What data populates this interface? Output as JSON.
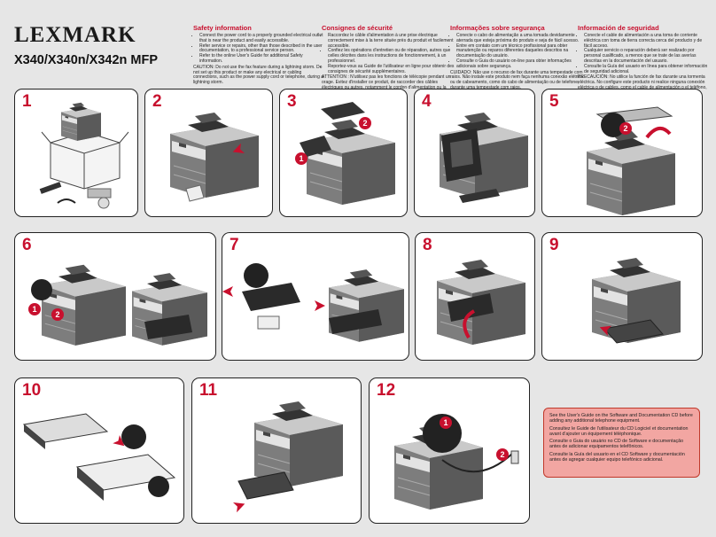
{
  "brand": {
    "logo": "LEXMARK",
    "model": "X340/X340n/X342n MFP"
  },
  "safety": [
    {
      "title": "Safety information",
      "bullets": [
        "Connect the power cord to a properly grounded electrical outlet that is near the product and easily accessible.",
        "Refer service or repairs, other than those described in the user documentation, to a professional service person.",
        "Refer to the online User's Guide for additional Safety information."
      ],
      "caution": "CAUTION: Do not use the fax feature during a lightning storm. Do not set up this product or make any electrical or cabling connections, such as the power supply cord or telephone, during a lightning storm."
    },
    {
      "title": "Consignes de sécurité",
      "bullets": [
        "Raccordez le câble d'alimentation à une prise électrique correctement mise à la terre située près du produit et facilement accessible.",
        "Confiez les opérations d'entretien ou de réparation, autres que celles décrites dans les instructions de fonctionnement, à un professionnel.",
        "Reportez-vous au Guide de l'utilisateur en ligne pour obtenir des consignes de sécurité supplémentaires."
      ],
      "caution": "ATTENTION : N'utilisez pas les fonctions de télécopie pendant un orage. Evitez d'installer ce produit, de raccorder des câbles électriques ou autres, notamment le cordon d'alimentation ou la ligne téléphonique, pendant un orage."
    },
    {
      "title": "Informações sobre segurança",
      "bullets": [
        "Conecte o cabo de alimentação a uma tomada devidamente aterrada que esteja próxima do produto e seja de fácil acesso.",
        "Entre em contato com um técnico profissional para obter manutenção ou reparos diferentes daqueles descritos na documentação do usuário.",
        "Consulte o Guia do usuário on-line para obter informações adicionais sobre segurança."
      ],
      "caution": "CUIDADO: Não use o recurso de fax durante uma tempestade com raios. Não instale este produto nem faça nenhuma conexão elétrica ou de cabeamento, como do cabo de alimentação ou de telefone, durante uma tempestade com raios."
    },
    {
      "title": "Información de seguridad",
      "bullets": [
        "Conecte el cable de alimentación a una toma de corriente eléctrica con toma de tierra correcta cerca del producto y de fácil acceso.",
        "Cualquier servicio o reparación deberá ser realizado por personal cualificado, a menos que se trate de las averías descritas en la documentación del usuario.",
        "Consulte la Guía del usuario en línea para obtener información de seguridad adicional."
      ],
      "caution": "PRECAUCIÓN: No utilice la función de fax durante una tormenta eléctrica. No configure este producto ni realice ninguna conexión eléctrica o de cables, como el cable de alimentación o el teléfono, durante una tormenta eléctrica."
    }
  ],
  "steps": [
    "1",
    "2",
    "3",
    "4",
    "5",
    "6",
    "7",
    "8",
    "9",
    "10",
    "11",
    "12"
  ],
  "callouts": [
    "1",
    "2"
  ],
  "note": [
    "See the User's Guide on the Software and Documentation CD before adding any additional telephone equipment.",
    "Consultez le Guide de l'utilisateur du CD Logiciel et documentation avant d'ajouter un équipement téléphonique.",
    "Consulte o Guia do usuário no CD de Software e documentação antes de adicionar equipamentos telefônicos.",
    "Consulte la Guía del usuario en el CD Software y documentación antes de agregar cualquier equipo telefónico adicional."
  ],
  "colors": {
    "accent": "#c8102e",
    "panel_border": "#222222",
    "note_bg": "#f2a6a2",
    "page_bg": "#e6e6e6"
  }
}
